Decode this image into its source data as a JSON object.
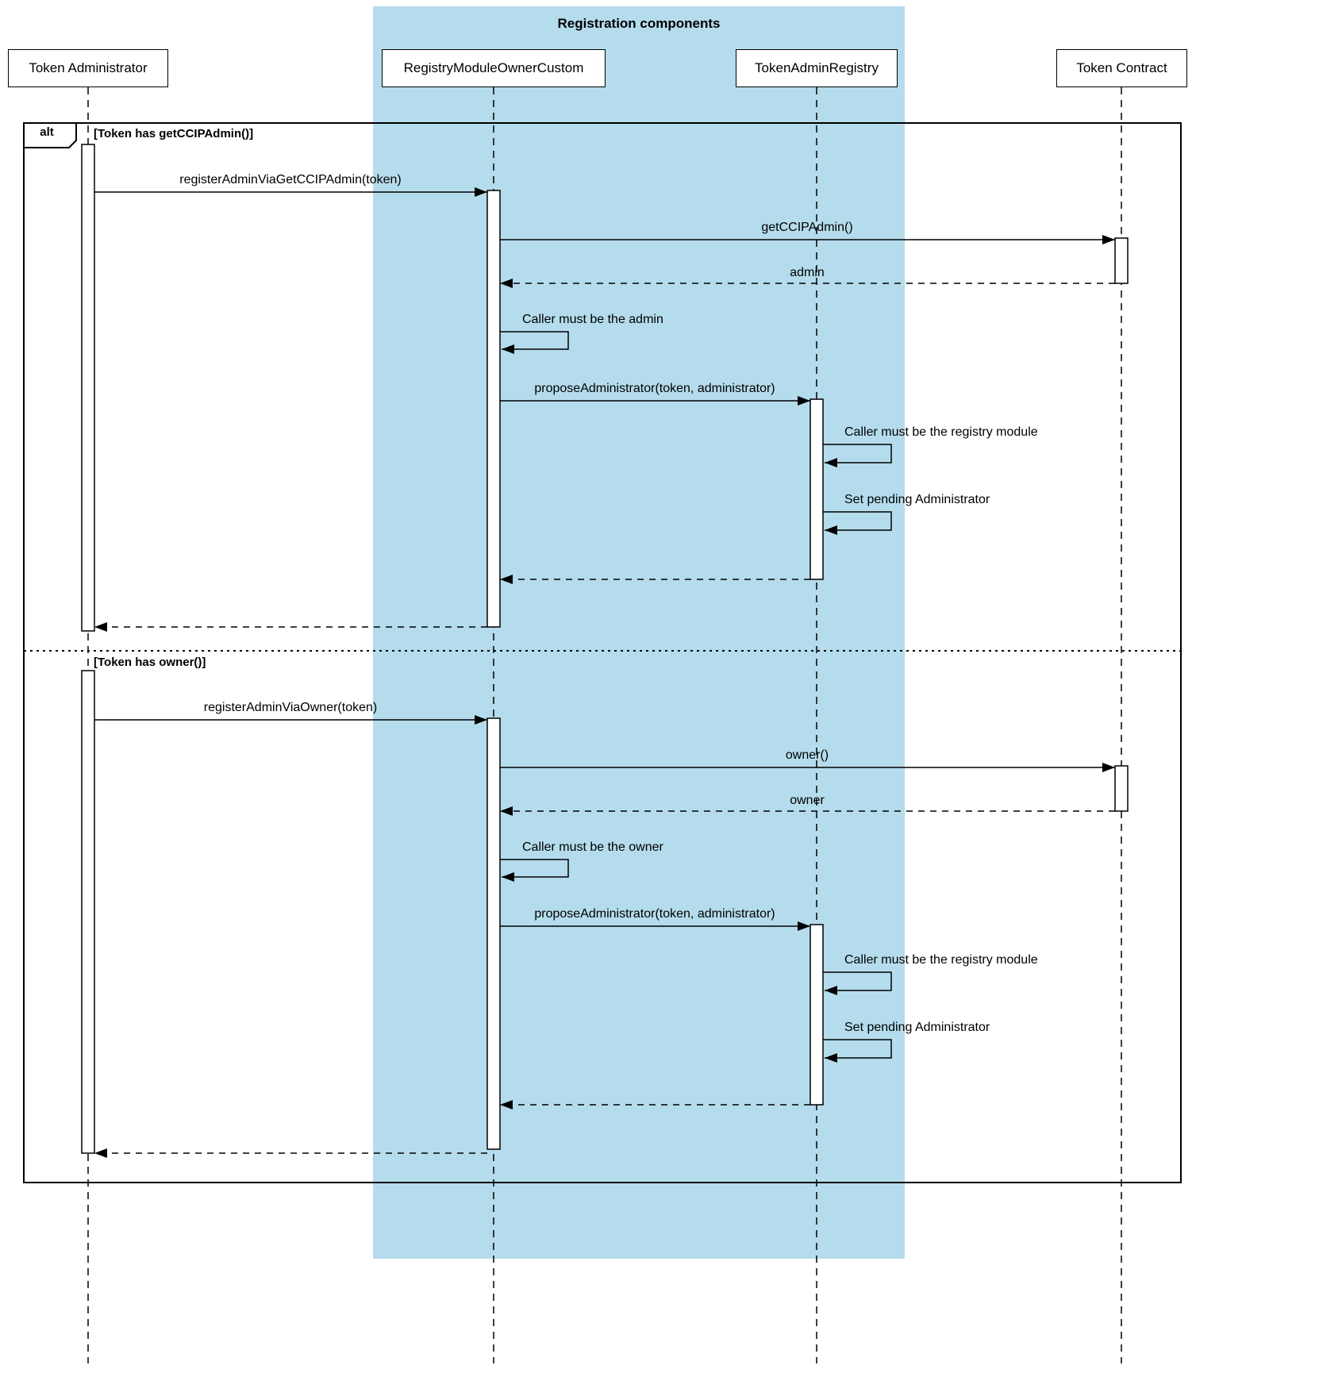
{
  "diagram": {
    "type": "uml-sequence",
    "container": {
      "title": "Registration components",
      "fill": "#b4dcec"
    },
    "actors": [
      {
        "name": "Token Administrator"
      },
      {
        "name": "RegistryModuleOwnerCustom"
      },
      {
        "name": "TokenAdminRegistry"
      },
      {
        "name": "Token Contract"
      }
    ],
    "frame": {
      "operator": "alt"
    },
    "branches": [
      {
        "condition": "[Token has getCCIPAdmin()]",
        "messages": [
          "registerAdminViaGetCCIPAdmin(token)",
          "getCCIPAdmin()",
          "admin",
          "Caller must be the admin",
          "proposeAdministrator(token, administrator)",
          "Caller must be the registry module",
          "Set pending Administrator"
        ]
      },
      {
        "condition": "[Token has owner()]",
        "messages": [
          "registerAdminViaOwner(token)",
          "owner()",
          "owner",
          "Caller must be the owner",
          "proposeAdministrator(token, administrator)",
          "Caller must be the registry module",
          "Set pending Administrator"
        ]
      }
    ]
  }
}
